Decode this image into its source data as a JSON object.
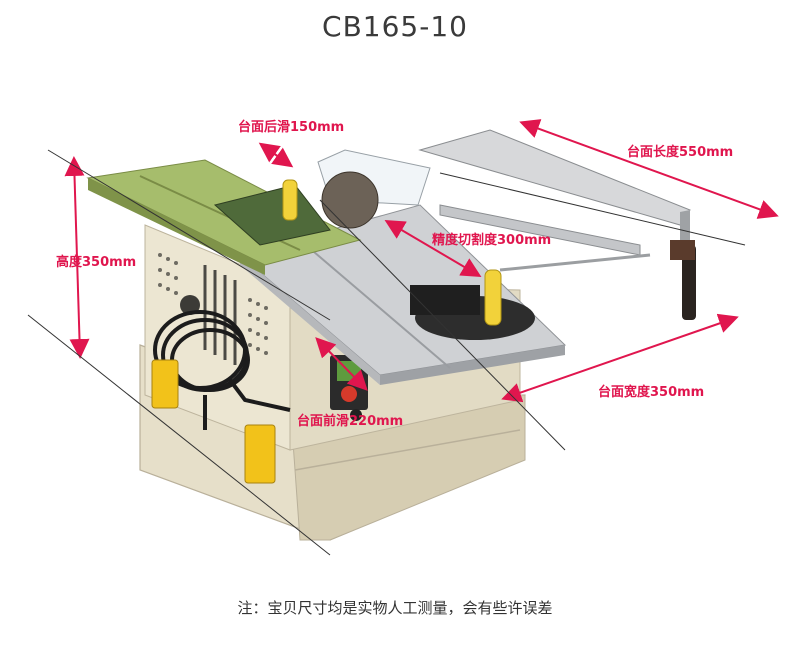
{
  "title": "CB165-10",
  "dimensions": {
    "rear_slide": "台面后滑150mm",
    "table_length": "台面长度550mm",
    "height": "高度350mm",
    "cut_precision": "精度切割度300mm",
    "front_slide": "台面前滑220mm",
    "table_width": "台面宽度350mm"
  },
  "note": "注：宝贝尺寸均是实物人工测量，会有些许误差",
  "colors": {
    "dimension": "#e0164e",
    "body": "#e8e0c8",
    "green_top": "#a6bd6c",
    "steel": "#c9cbce",
    "switch_green": "#5e9b3e",
    "latch_yellow": "#f2c21a"
  }
}
